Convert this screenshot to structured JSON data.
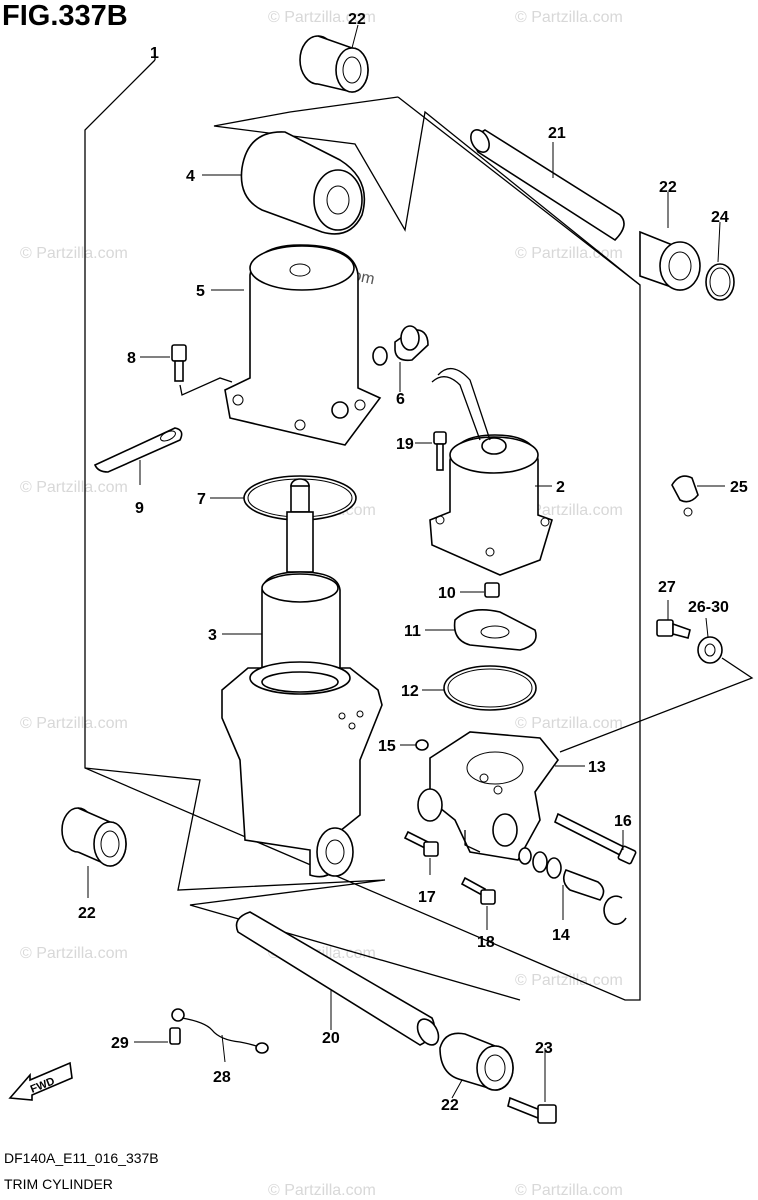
{
  "figure": {
    "title": "FIG.337B",
    "drawing_code": "DF140A_E11_016_337B",
    "caption": "TRIM CYLINDER",
    "fwd_label": "FWD"
  },
  "watermark": {
    "text": "© Partzilla.com",
    "center_text": "© Partzilla.com"
  },
  "part_labels": {
    "p1": "1",
    "p2": "2",
    "p3": "3",
    "p4": "4",
    "p5": "5",
    "p6": "6",
    "p7": "7",
    "p8": "8",
    "p9": "9",
    "p10": "10",
    "p11": "11",
    "p12": "12",
    "p13": "13",
    "p14": "14",
    "p15": "15",
    "p16": "16",
    "p17": "17",
    "p18": "18",
    "p19": "19",
    "p20": "20",
    "p21": "21",
    "p22a": "22",
    "p22b": "22",
    "p22c": "22",
    "p22d": "22",
    "p23": "23",
    "p24": "24",
    "p25": "25",
    "p26": "26-30",
    "p27": "27",
    "p28": "28",
    "p29": "29"
  }
}
